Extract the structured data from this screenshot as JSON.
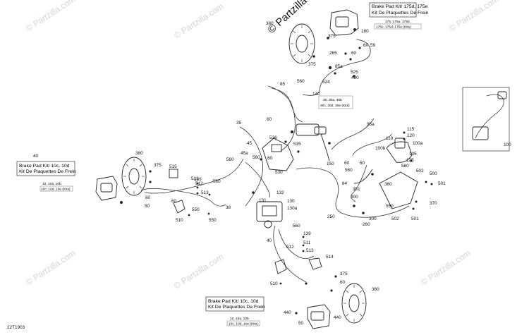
{
  "watermark": {
    "text": "© Partzilla.com",
    "brand_text": "© Partzilla",
    "color": "#cfd6dc"
  },
  "drawing_code": "22T1903",
  "kits": [
    {
      "title_line1": "Brake Pad Kit/ 175d, 175e",
      "title_line2": "Kit De Plaquettes De Frein",
      "sub_line1": "175, 175a, 175b",
      "sub_line2": "175c, 175d, 175e (Kits)"
    },
    {
      "title_line1": "Brake Pad Kit/ 10c, 10d",
      "title_line2": "Kit De Plaquettes De Frein",
      "sub_line1": "10, 10a, 10b",
      "sub_line2": "10c, 10d, 10e (Kits)"
    },
    {
      "title_line1": "Brake Pad Kit/ 10c, 10d",
      "title_line2": "Kit De Plaquettes De Frein",
      "sub_line1": "10, 10a, 10b",
      "sub_line2": "10c, 10d, 10e (Kits)"
    }
  ],
  "ref_box": {
    "line1": "30, 30a, 30b",
    "line2": "30c, 30d, 30e (Kits)"
  },
  "callouts": [
    "380",
    "375",
    "180",
    "60",
    "59",
    "375",
    "265",
    "60",
    "85a",
    "525",
    "480",
    "524",
    "560",
    "140",
    "85",
    "60",
    "35",
    "45",
    "45a",
    "536",
    "535",
    "60",
    "560",
    "560",
    "530",
    "150",
    "95a",
    "115",
    "120",
    "110",
    "100a",
    "100b",
    "105",
    "125",
    "560",
    "60",
    "60",
    "580",
    "502",
    "500",
    "84",
    "360",
    "501",
    "351",
    "300",
    "550",
    "370",
    "250",
    "260",
    "300",
    "502",
    "501",
    "132",
    "131",
    "130",
    "130a",
    "380",
    "375",
    "515",
    "511",
    "512",
    "513",
    "139",
    "560",
    "40",
    "50",
    "60",
    "550",
    "38",
    "510",
    "550",
    "560",
    "139",
    "511",
    "512",
    "513",
    "514",
    "40",
    "510",
    "375",
    "60",
    "380",
    "440",
    "50",
    "440",
    "100",
    "60"
  ]
}
